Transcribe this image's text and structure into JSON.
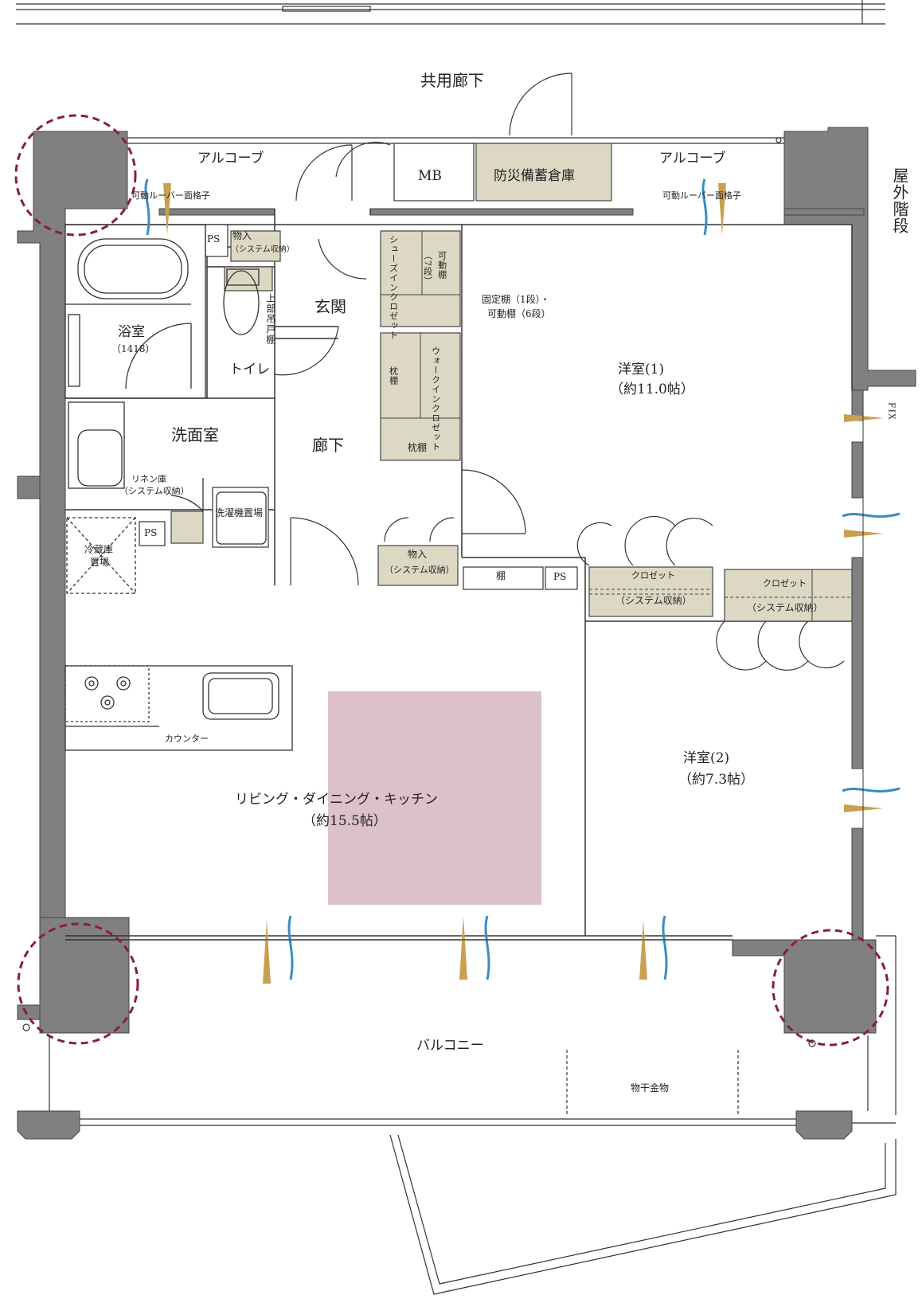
{
  "corridor": "共用廊下",
  "alcove_left": "アルコーブ",
  "alcove_right": "アルコーブ",
  "mb": "MB",
  "storage_disaster": "防災備蓄倉庫",
  "louver_left": "可動ルーバー面格子",
  "louver_right": "可動ルーバー面格子",
  "outer_stairs": "屋外階段",
  "ps_top": "PS",
  "storage_top": {
    "line1": "物入",
    "line2": "（システム収納）"
  },
  "shoes_closet": "シューズインクロゼット",
  "movable_shelf_7": {
    "line1": "可動棚",
    "line2": "（7段）"
  },
  "fixed_shelf": {
    "line1": "固定棚（1段）・",
    "line2": "可動棚（6段）"
  },
  "upper_cabinet": "上部吊戸棚",
  "genkan": "玄関",
  "bathroom": {
    "name": "浴室",
    "size": "（1418）"
  },
  "toilet": "トイレ",
  "pillow_shelf_v": "枕棚",
  "walkin_closet": "ウォークインクロゼット",
  "pillow_shelf_h": "枕棚",
  "western1": {
    "name": "洋室(1)",
    "size": "（約11.0帖）"
  },
  "fix": "FIX",
  "washroom": "洗面室",
  "hallway": "廊下",
  "linen": {
    "line1": "リネン庫",
    "line2": "（システム収納）"
  },
  "washer": "洗濯機置場",
  "ps_mid": "PS",
  "fridge": {
    "line1": "冷蔵庫",
    "line2": "置場"
  },
  "storage_mid": {
    "line1": "物入",
    "line2": "（システム収納）"
  },
  "shelf": "棚",
  "ps_right": "PS",
  "closet1": {
    "line1": "クロゼット",
    "line2": "（システム収納）"
  },
  "closet2": {
    "line1": "クロゼット",
    "line2": "（システム収納）"
  },
  "counter": "カウンター",
  "ldk": {
    "name": "リビング・ダイニング・キッチン",
    "size": "（約15.5帖）"
  },
  "western2": {
    "name": "洋室(2)",
    "size": "（約7.3帖）"
  },
  "balcony": "バルコニー",
  "drying_hardware": "物干金物",
  "colors": {
    "wall": "#808080",
    "storage": "#ddd8c4",
    "highlight": "#dcc0cc",
    "dashed_circle": "#8a1c3c",
    "wind": "#c8a050",
    "air": "#3a8cc4"
  }
}
